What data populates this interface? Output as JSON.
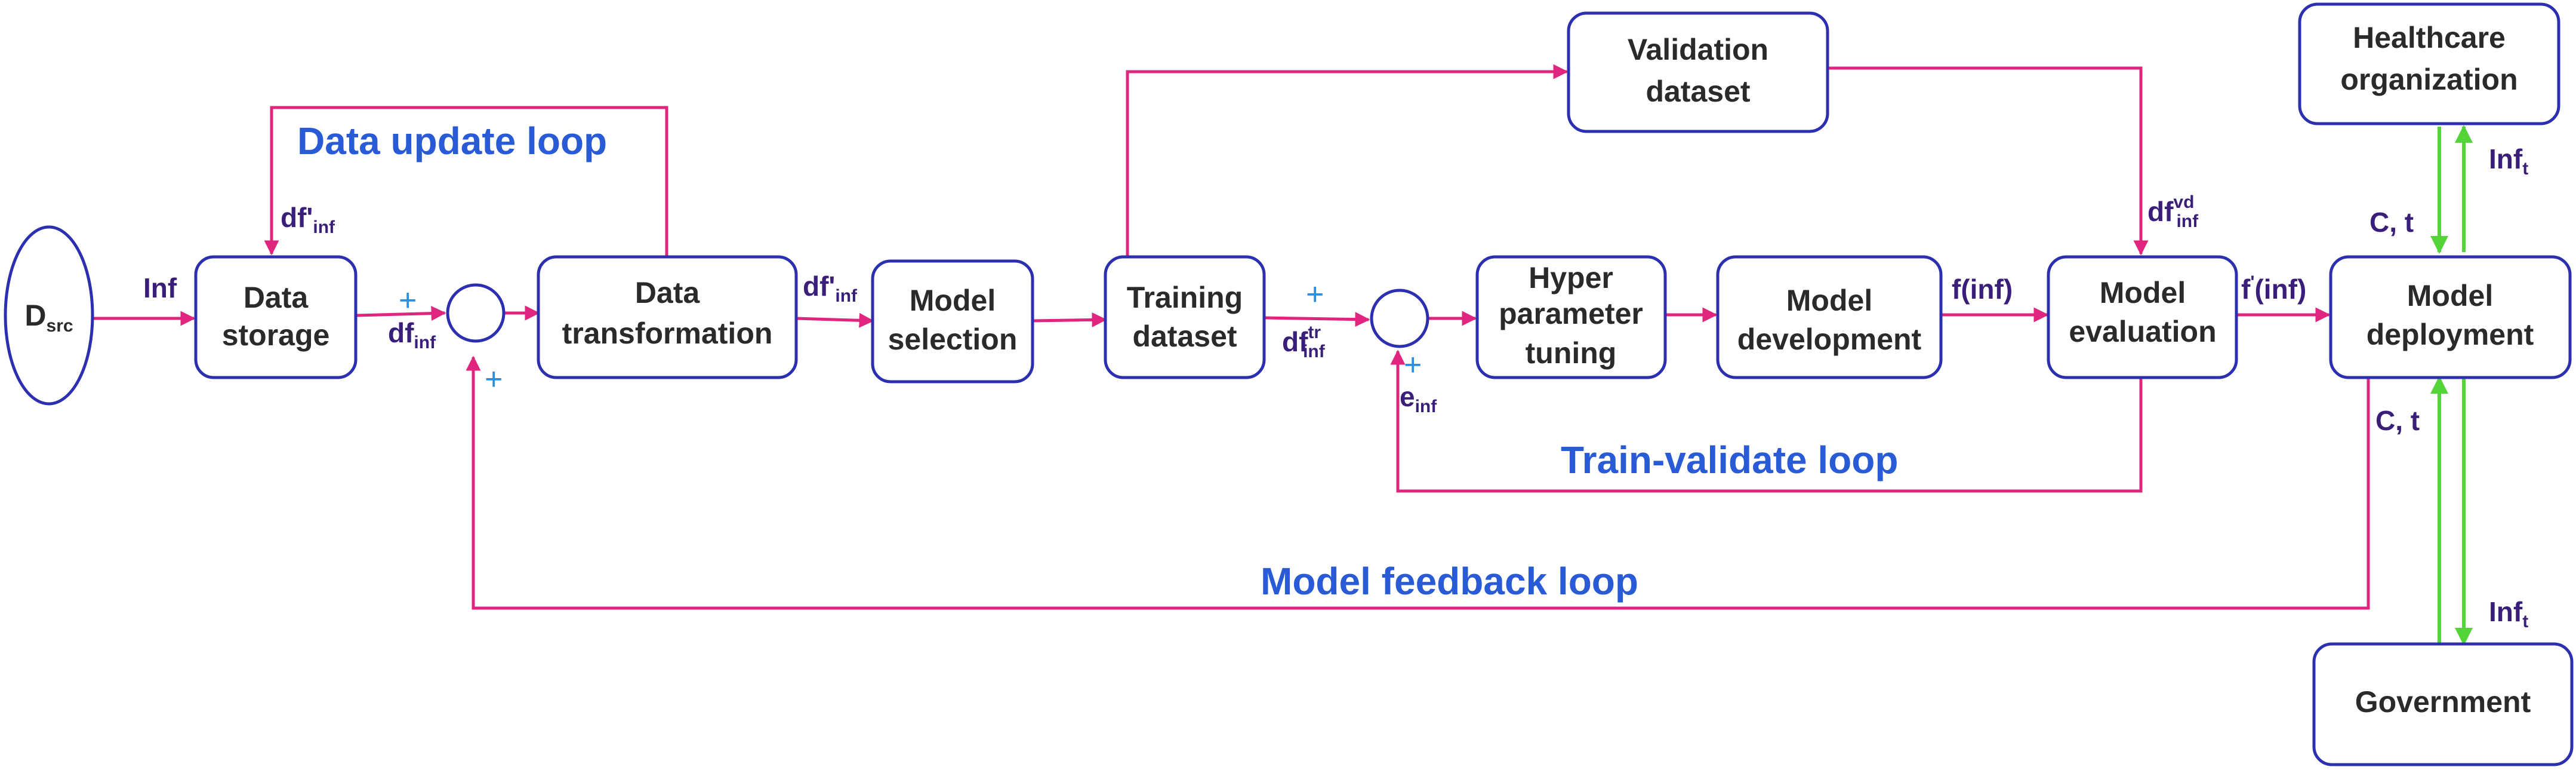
{
  "nodes": {
    "dsrc": {
      "main": "D",
      "sub": "src"
    },
    "data_storage": [
      "Data",
      "storage"
    ],
    "data_transformation": [
      "Data",
      "transformation"
    ],
    "model_selection": [
      "Model",
      "selection"
    ],
    "training_dataset": [
      "Training",
      "dataset"
    ],
    "hyper_parameter_tuning": [
      "Hyper",
      "parameter",
      "tuning"
    ],
    "model_development": [
      "Model",
      "development"
    ],
    "model_evaluation": [
      "Model",
      "evaluation"
    ],
    "model_deployment": [
      "Model",
      "deployment"
    ],
    "validation_dataset": [
      "Validation",
      "dataset"
    ],
    "healthcare_organization": [
      "Healthcare",
      "organization"
    ],
    "government": [
      "Government"
    ]
  },
  "labels": {
    "inf": "Inf",
    "df_inf": {
      "main": "df",
      "sub": "inf"
    },
    "df_prime_inf_1": {
      "main": "df'",
      "sub": "inf"
    },
    "df_prime_inf_2": {
      "main": "df'",
      "sub": "inf"
    },
    "df_tr_inf": {
      "main": "df",
      "sup": "tr",
      "sub": "inf"
    },
    "e_inf": {
      "main": "e",
      "sub": "inf"
    },
    "df_vd_inf": {
      "main": "df",
      "sup": "vd",
      "sub": "inf"
    },
    "f_inf": "f(inf)",
    "f_prime_inf": {
      "main": "f",
      "sup": "'",
      "rest": "(inf)"
    },
    "c_t_top": "C, t",
    "c_t_bottom": "C, t",
    "inf_t_top": {
      "main": "Inf",
      "sub": "t"
    },
    "inf_t_bottom": {
      "main": "Inf",
      "sub": "t"
    },
    "plus": "+"
  },
  "loops": {
    "data_update": "Data update loop",
    "train_validate": "Train-validate loop",
    "model_feedback": "Model feedback loop"
  },
  "colors": {
    "flow_arrow": "#e0257e",
    "external_arrow": "#55d43a",
    "box_border": "#2b2fb0",
    "loop_label": "#2a5bd7",
    "variable_label": "#3a1f7a",
    "plus_sign": "#2a8fe0"
  }
}
